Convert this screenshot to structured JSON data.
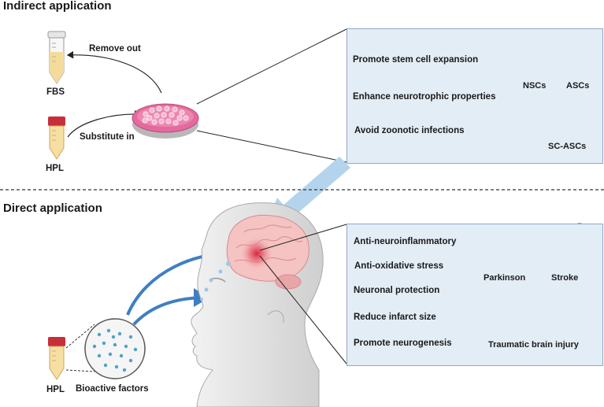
{
  "indirect": {
    "title": "Indirect application",
    "tube_top_label": "FBS",
    "tube_bottom_label": "HPL",
    "arrow_remove": "Remove out",
    "arrow_substitute": "Substitute in",
    "benefits": [
      "Promote stem cell expansion",
      "Enhance neurotrophic properties",
      "Avoid zoonotic infections"
    ],
    "cells": [
      "NSCs",
      "ASCs",
      "SC-ASCs"
    ]
  },
  "direct": {
    "title": "Direct application",
    "tube_label": "HPL",
    "bioactive_label": "Bioactive factors",
    "effects": [
      "Anti-neuroinflammatory",
      "Anti-oxidative stress",
      "Neuronal protection",
      "Reduce infarct size",
      "Promote neurogenesis"
    ],
    "diseases": [
      "Parkinson",
      "Stroke",
      "Traumatic brain injury"
    ]
  },
  "colors": {
    "panel_fill": "#e3edf6",
    "panel_border": "#8fa9c6",
    "big_arrow": "#b3d4ec",
    "nasal_arrow": "#3f7fc1",
    "plasma_yellow": "#f6dfa0",
    "dish_pink": "#e0659a",
    "cap_red": "#c62f3a"
  }
}
